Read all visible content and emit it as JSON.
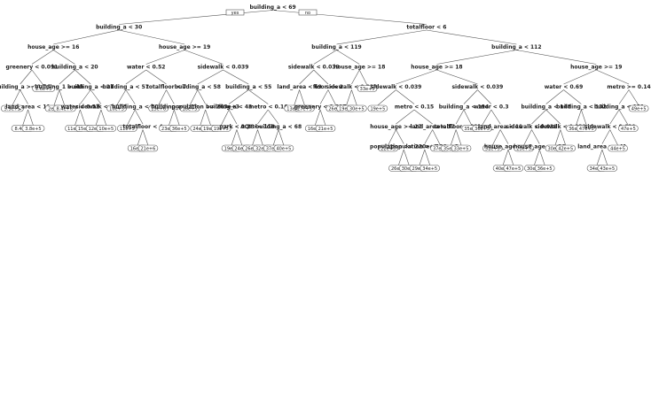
{
  "tree": {
    "legend": {
      "left_label": "yes",
      "right_label": "no"
    },
    "root": {
      "s": "building_a < 69",
      "L": {
        "s": "building_a < 30",
        "L": {
          "s": "house_age >= 16",
          "L": {
            "s": "greenery < 0.091",
            "L": {
              "s": "building_a >= 2.3",
              "L": {
                "v": "5.9e+5"
              },
              "R": {
                "s": "land_area < 11",
                "L": {
                  "v": "8.4e+6"
                },
                "R": {
                  "v": "3.8e+5"
                }
              }
            },
            "R": {
              "v": "2.6e+5"
            }
          },
          "R": {
            "s": "building_a < 20",
            "L": {
              "s": "building_1 = oth",
              "L": {
                "v": "2e+6"
              },
              "R": {
                "v": "8.4e+6"
              }
            },
            "R": {
              "s": "building_a < 21",
              "L": {
                "s": "water < 0.52",
                "L": {
                  "v": "11e+5"
                },
                "R": {
                  "v": "15e+5"
                }
              },
              "R": {
                "s": "sidewalk < 0.039",
                "L": {
                  "v": "12e+5"
                },
                "R": {
                  "v": "10e+5"
                }
              }
            }
          }
        },
        "R": {
          "s": "house_age >= 19",
          "L": {
            "s": "water < 0.52",
            "L": {
              "s": "building_a < 57",
              "L": {
                "v": "10e+5"
              },
              "R": {
                "s": "building_a < 76",
                "L": {
                  "v": "11e+5"
                },
                "R": {
                  "s": "totalfloor < 4",
                  "L": {
                    "v": "16e+5"
                  },
                  "R": {
                    "v": "21e+6"
                  }
                }
              }
            },
            "R": {
              "s": "totalfloor < 7",
              "L": {
                "v": "15e+6"
              },
              "R": {
                "s": "building_a < 63",
                "L": {
                  "v": "23e+5"
                },
                "R": {
                  "v": "36e+5"
                }
              }
            }
          },
          "R": {
            "s": "sidewalk < 0.039",
            "L": {
              "s": "building_a < 58",
              "L": {
                "v": "16e+5"
              },
              "R": {
                "s": "population >= 263e+3",
                "L": {
                  "v": "24e+5"
                },
                "R": {
                  "v": "19e+5"
                }
              }
            },
            "R": {
              "s": "building_a < 55",
              "L": {
                "s": "building_a < 43",
                "L": {
                  "v": "19e+5"
                },
                "R": {
                  "s": "park < 0.28",
                  "L": {
                    "v": "19e+6"
                  },
                  "R": {
                    "v": "24e+5"
                  }
                }
              },
              "R": {
                "s": "metro < 0.16",
                "L": {
                  "s": "AQI >= 118",
                  "L": {
                    "v": "26e+5"
                  },
                  "R": {
                    "v": "32e+5"
                  }
                },
                "R": {
                  "s": "building_a < 68",
                  "L": {
                    "v": "37e+5"
                  },
                  "R": {
                    "v": "40e+5"
                  }
                }
              }
            }
          }
        }
      },
      "R": {
        "s": "totalfloor < 6",
        "L": {
          "s": "building_a < 119",
          "L": {
            "s": "sidewalk < 0.039",
            "L": {
              "s": "land_area < 69",
              "L": {
                "v": "13e+5"
              },
              "R": {
                "v": "27e+5"
              }
            },
            "R": {
              "s": "floor >= 2",
              "L": {
                "s": "greenery < 0.097",
                "L": {
                  "v": "16e+5"
                },
                "R": {
                  "v": "21e+5"
                }
              },
              "R": {
                "v": "26e+5"
              }
            }
          },
          "R": {
            "s": "house_age >= 18",
            "L": {
              "s": "sidewalk < 0.039",
              "L": {
                "v": "19e+5"
              },
              "R": {
                "v": "30e+5"
              }
            },
            "R": {
              "v": "33e+5"
            }
          }
        },
        "R": {
          "s": "building_a < 112",
          "L": {
            "s": "house_age >= 18",
            "L": {
              "s": "sidewalk < 0.039",
              "L": {
                "v": "19e+5"
              },
              "R": {
                "s": "metro < 0.15",
                "L": {
                  "s": "house_age >= 27",
                  "L": {
                    "v": "22e+5"
                  },
                  "R": {
                    "s": "population >= 220e+3",
                    "L": {
                      "v": "26e+5"
                    },
                    "R": {
                      "v": "30e+5"
                    }
                  }
                },
                "R": {
                  "s": "land_area < 37",
                  "L": {
                    "s": "population >= 120e+3",
                    "L": {
                      "v": "29e+5"
                    },
                    "R": {
                      "v": "34e+5"
                    }
                  },
                  "R": {
                    "v": "37e+5"
                  }
                }
              }
            },
            "R": {
              "s": "sidewalk < 0.039",
              "L": {
                "s": "building_a < 194",
                "L": {
                  "s": "totalfloor < 23",
                  "L": {
                    "v": "35e+5"
                  },
                  "R": {
                    "v": "33e+5"
                  }
                },
                "R": {
                  "v": "35e+5"
                }
              },
              "R": {
                "s": "water < 0.3",
                "L": {
                  "v": "36e+5"
                },
                "R": {
                  "s": "land_area < 11",
                  "L": {
                    "v": "31e+5"
                  },
                  "R": {
                    "s": "house_age >= 8",
                    "L": {
                      "v": "40e+5"
                    },
                    "R": {
                      "v": "47e+5"
                    }
                  }
                }
              }
            }
          },
          "R": {
            "s": "house_age >= 19",
            "L": {
              "s": "water < 0.69",
              "L": {
                "s": "building_a < 148",
                "L": {
                  "s": "sidewalk < 0.039",
                  "L": {
                    "v": "23e+5"
                  },
                  "R": {
                    "s": "house_age >= 26",
                    "L": {
                      "v": "30e+5"
                    },
                    "R": {
                      "v": "36e+5"
                    }
                  }
                },
                "R": {
                  "s": "sidewalk < 0.039",
                  "L": {
                    "v": "30e+5"
                  },
                  "R": {
                    "v": "42e+5"
                  }
                }
              },
              "R": {
                "s": "building_a < 132",
                "L": {
                  "v": "36e+5"
                },
                "R": {
                  "v": "47e+5"
                }
              }
            },
            "R": {
              "s": "metro >= 0.14",
              "L": {
                "s": "building_a < 131",
                "L": {
                  "s": "sidewalk < 0.039",
                  "L": {
                    "s": "land_area >= 41",
                    "L": {
                      "v": "34e+5"
                    },
                    "R": {
                      "v": "43e+5"
                    }
                  },
                  "R": {
                    "v": "44e+5"
                  }
                },
                "R": {
                  "v": "47e+5"
                }
              },
              "R": {
                "v": "49e+5"
              }
            }
          }
        }
      }
    }
  }
}
